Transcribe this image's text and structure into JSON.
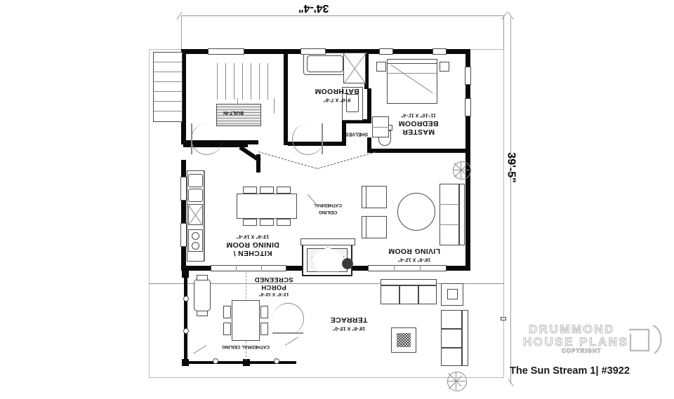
{
  "document": {
    "type": "architectural-floor-plan",
    "plan_title": "The Sun Stream 1| #3922",
    "brand": {
      "line1": "DRUMMOND",
      "line2": "HOUSE PLANS",
      "line3": "COPYRIGHT"
    },
    "orientation_note": "plan drawn rotated 180 degrees"
  },
  "overall_dimensions": {
    "width_label": "34'-4\"",
    "height_label": "39'-5\""
  },
  "rooms": [
    {
      "id": "bathroom",
      "name": "BATHROOM",
      "dimensions": "9'-0\" X 7'-8\""
    },
    {
      "id": "master-bedroom",
      "name": "MASTER\nBEDROOM",
      "name_line1": "MASTER",
      "name_line2": "BEDROOM",
      "dimensions": "11'-10\" X 11'-4\""
    },
    {
      "id": "kitchen-dining",
      "name_line1": "KITCHEN \\",
      "name_line2": "DINING ROOM",
      "dimensions": "13'-6\" X 14'-4\""
    },
    {
      "id": "living-room",
      "name_line1": "LIVING ROOM",
      "dimensions": "16'-8\" X 12'-4\""
    },
    {
      "id": "screened-porch",
      "name_line1": "SCREENED",
      "name_line2": "PORCH",
      "dimensions": "13'-8\" X 10'-8\""
    },
    {
      "id": "terrace",
      "name_line1": "TERRACE",
      "dimensions": "18'-8\" X 15'-0\""
    }
  ],
  "annotations": [
    {
      "id": "built-in",
      "text": "BUILT-IN"
    },
    {
      "id": "shelves",
      "text": "SHELVES"
    },
    {
      "id": "cathedral-ceiling-main",
      "line1": "CATHEDRAL",
      "line2": "CEILING"
    },
    {
      "id": "cathedral-ceiling-porch",
      "text": "CATHEDRAL CEILING"
    }
  ],
  "colors": {
    "wall": "#0a0a0a",
    "line": "#4a4a4a",
    "dimension": "#9a9a9a",
    "text": "#111111",
    "logo_outline": "#b9b9b9",
    "background": "#ffffff"
  }
}
